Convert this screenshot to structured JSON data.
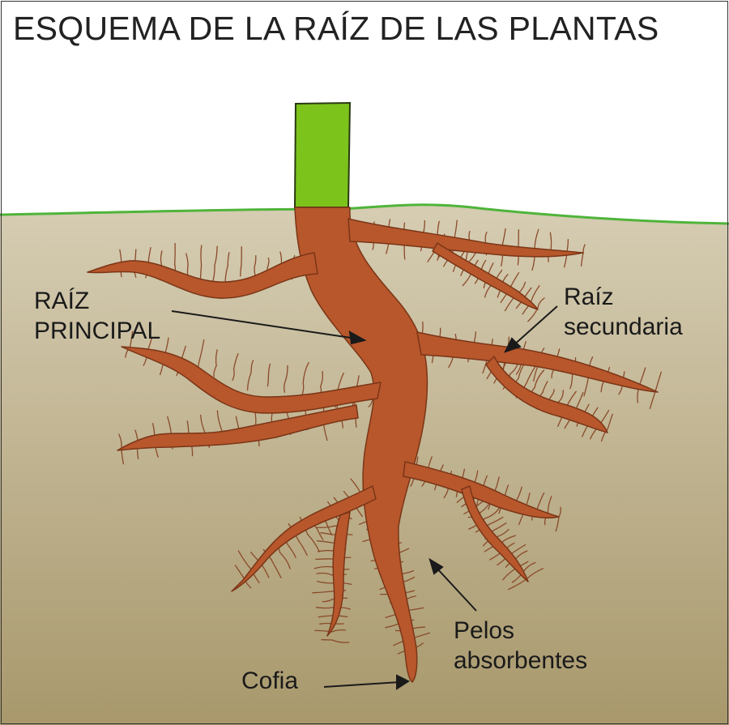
{
  "title": "ESQUEMA DE LA RAÍZ DE LAS PLANTAS",
  "labels": {
    "raiz_principal": {
      "line1": "RAÍZ",
      "line2": "PRINCIPAL"
    },
    "raiz_secundaria": {
      "line1": "Raíz",
      "line2": "secundaria"
    },
    "pelos_absorbentes": {
      "line1": "Pelos",
      "line2": "absorbentes"
    },
    "cofia": "Cofia"
  },
  "colors": {
    "background": "#ffffff",
    "soil_top": "#c9bc9c",
    "soil_bottom": "#a8986c",
    "ground_line": "#4fb43a",
    "stem": "#7cc31c",
    "root": "#b8572c",
    "root_outline": "#7a3516",
    "text": "#1a1a1a"
  }
}
